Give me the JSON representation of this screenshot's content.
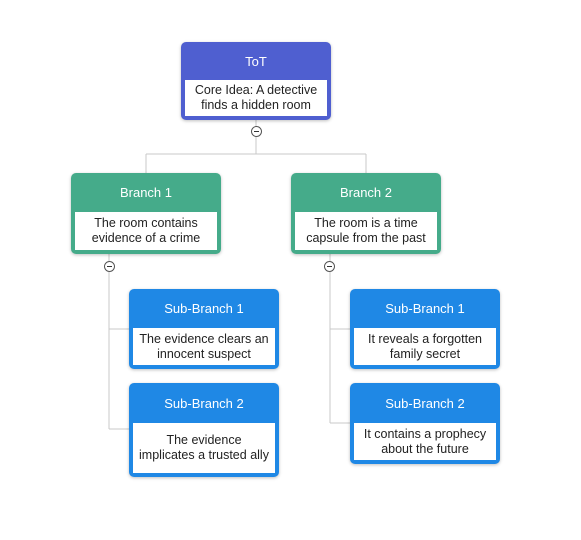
{
  "root": {
    "title": "ToT",
    "text": "Core Idea: A detective finds a hidden room"
  },
  "branches": [
    {
      "title": "Branch 1",
      "text": "The room contains evidence of a crime",
      "children": [
        {
          "title": "Sub-Branch 1",
          "text": "The evidence clears an innocent suspect"
        },
        {
          "title": "Sub-Branch 2",
          "text": "The evidence implicates a trusted ally"
        }
      ]
    },
    {
      "title": "Branch 2",
      "text": "The room is a time capsule from the past",
      "children": [
        {
          "title": "Sub-Branch 1",
          "text": "It reveals a forgotten family secret"
        },
        {
          "title": "Sub-Branch 2",
          "text": "It contains a prophecy about the future"
        }
      ]
    }
  ],
  "colors": {
    "root": "#4f5fd0",
    "branch": "#45ab8a",
    "sub_branch": "#1f88e5",
    "connector": "#c8c8c8"
  }
}
